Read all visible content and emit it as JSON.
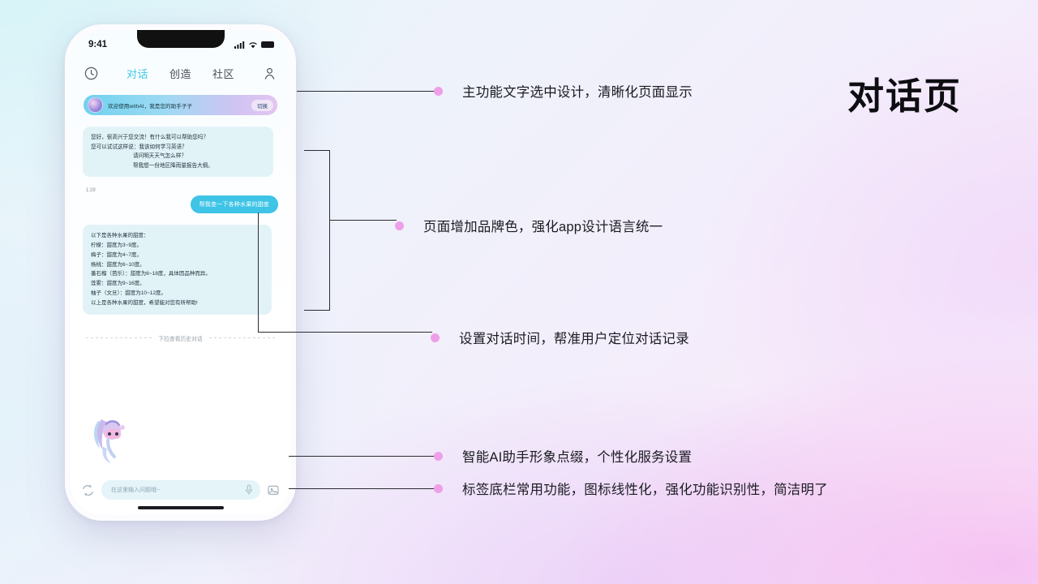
{
  "page": {
    "title": "对话页"
  },
  "phone": {
    "status": {
      "time": "9:41",
      "signal_icon": "cellular-signal-icon",
      "wifi_icon": "wifi-icon",
      "battery_icon": "battery-icon"
    },
    "nav": {
      "history_icon": "history-clock-icon",
      "profile_icon": "user-profile-icon",
      "tabs": [
        {
          "label": "对话",
          "active": true
        },
        {
          "label": "创造",
          "active": false
        },
        {
          "label": "社区",
          "active": false
        }
      ]
    },
    "banner": {
      "avatar_icon": "assistant-avatar-icon",
      "text": "欢迎使用withAI，我是您的助手子子",
      "button_label": "切换"
    },
    "messages": [
      {
        "role": "assistant",
        "lines": [
          "您好，很高兴于您交流！有什么我可以帮助您吗？",
          "您可以试试这样说：我该如何学习英语？",
          "请问明天天气怎么样？",
          "帮我想一份地区降雨量报告大纲。"
        ]
      },
      {
        "role": "user",
        "timestamp": "1:29",
        "text": "帮我查一下各种水果的甜度"
      },
      {
        "role": "assistant",
        "lines": [
          "以下是各种水果的甜度：",
          "柠檬：甜度为3~9度。",
          "梅子：甜度为4~7度。",
          "杨桃：甜度为6~10度。",
          "番石榴（芭乐）：甜度为6~18度，具体因品种而异。",
          "莲雾：甜度为9~16度。",
          "柚子（文旦）：甜度为10~12度。",
          "以上是各种水果的甜度，希望能对您有所帮助!"
        ]
      }
    ],
    "divider_label": "下拉查看历史对话",
    "mascot_icon": "ai-mascot-character",
    "input": {
      "refresh_icon": "refresh-icon",
      "placeholder": "在这里输入问题哦~",
      "mic_icon": "microphone-icon",
      "image_icon": "image-picker-icon"
    }
  },
  "annotations": [
    {
      "id": "a1",
      "text": "主功能文字选中设计，清晰化页面显示"
    },
    {
      "id": "a2",
      "text": "页面增加品牌色，强化app设计语言统一"
    },
    {
      "id": "a3",
      "text": "设置对话时间，帮准用户定位对话记录"
    },
    {
      "id": "a4",
      "text": "智能AI助手形象点缀，个性化服务设置"
    },
    {
      "id": "a5",
      "text": "标签底栏常用功能，图标线性化，强化功能识别性，简洁明了"
    }
  ],
  "colors": {
    "accent_cyan": "#3ec4e6",
    "annotation_dot": "#ee9fe8",
    "bubble_ai_bg": "#e2f3f8",
    "line": "#2b2b33"
  }
}
